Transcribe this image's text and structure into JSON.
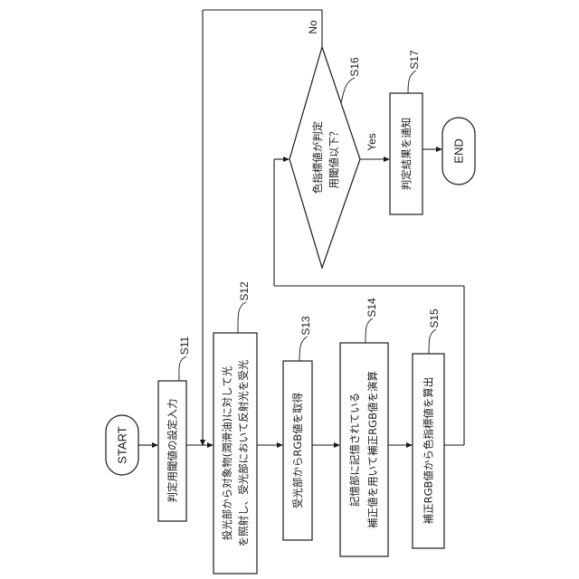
{
  "terminals": {
    "start": "START",
    "end": "END"
  },
  "steps": {
    "s11": {
      "id": "S11",
      "text": "判定用閾値の設定入力"
    },
    "s12": {
      "id": "S12",
      "line1": "投光部から対象物(潤滑油)に対して光",
      "line2": "を照射し、受光部において反射光を受光"
    },
    "s13": {
      "id": "S13",
      "text": "受光部からRGB値を取得"
    },
    "s14": {
      "id": "S14",
      "line1": "記憶部に記憶されている",
      "line2": "補正値を用いて補正RGB値を演算"
    },
    "s15": {
      "id": "S15",
      "text": "補正RGB値から色指標値を算出"
    },
    "s16": {
      "id": "S16",
      "line1": "色指標値が判定",
      "line2": "用閾値以下？"
    },
    "s17": {
      "id": "S17",
      "text": "判定結果を通知"
    }
  },
  "branches": {
    "yes": "Yes",
    "no": "No"
  }
}
